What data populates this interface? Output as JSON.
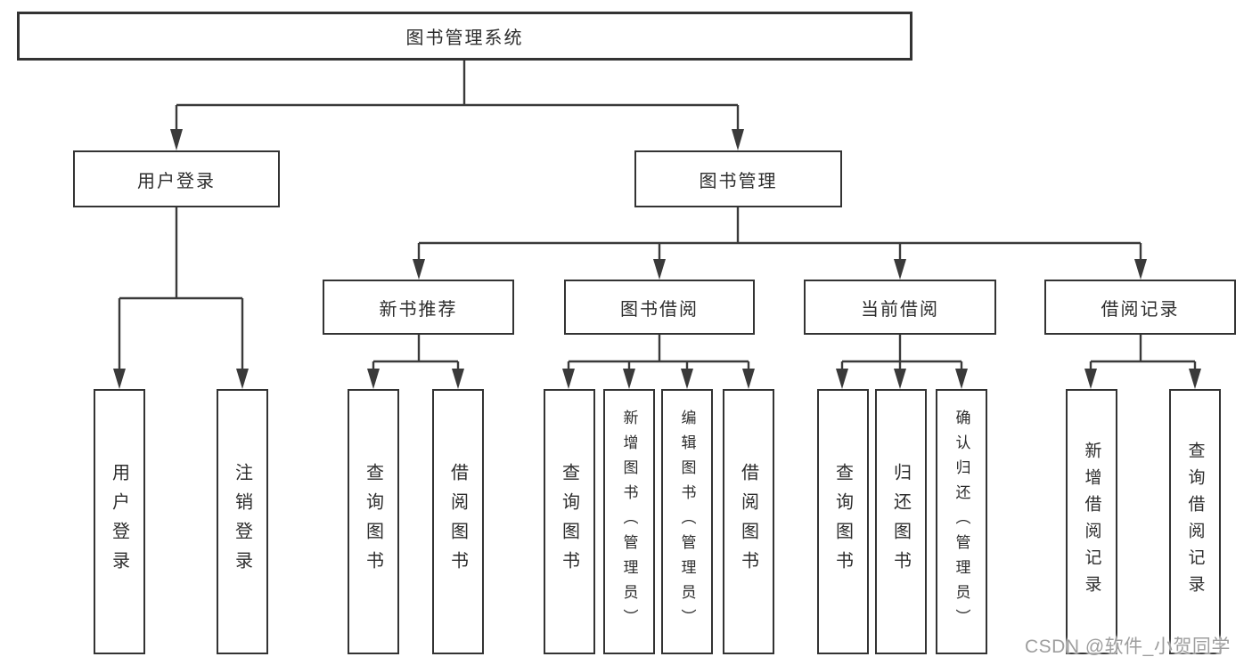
{
  "nodes": {
    "root": "图书管理系统",
    "user_login": "用户登录",
    "book_management": "图书管理",
    "new_book_recommend": "新书推荐",
    "book_borrowing": "图书借阅",
    "current_borrowing": "当前借阅",
    "borrowing_records": "借阅记录",
    "leaf_user_login": "用户登录",
    "leaf_logout": "注销登录",
    "leaf_recommend_query": "查询图书",
    "leaf_recommend_borrow": "借阅图书",
    "leaf_borrow_query": "查询图书",
    "leaf_borrow_add": "新增图书（管理员）",
    "leaf_borrow_edit": "编辑图书（管理员）",
    "leaf_borrow_borrow": "借阅图书",
    "leaf_current_query": "查询图书",
    "leaf_current_return": "归还图书",
    "leaf_current_confirm": "确认归还（管理员）",
    "leaf_records_add": "新增借阅记录",
    "leaf_records_query": "查询借阅记录"
  },
  "hierarchy": {
    "图书管理系统": {
      "用户登录": [
        "用户登录",
        "注销登录"
      ],
      "图书管理": {
        "新书推荐": [
          "查询图书",
          "借阅图书"
        ],
        "图书借阅": [
          "查询图书",
          "新增图书（管理员）",
          "编辑图书（管理员）",
          "借阅图书"
        ],
        "当前借阅": [
          "查询图书",
          "归还图书",
          "确认归还（管理员）"
        ],
        "借阅记录": [
          "新增借阅记录",
          "查询借阅记录"
        ]
      }
    }
  },
  "watermark": {
    "text": "CSDN @软件_小贺同学"
  },
  "colors": {
    "line": "#3a3a3a",
    "box_border": "#333333",
    "text": "#2d2d2d",
    "watermark": "#9e9e9e",
    "background": "#ffffff"
  }
}
